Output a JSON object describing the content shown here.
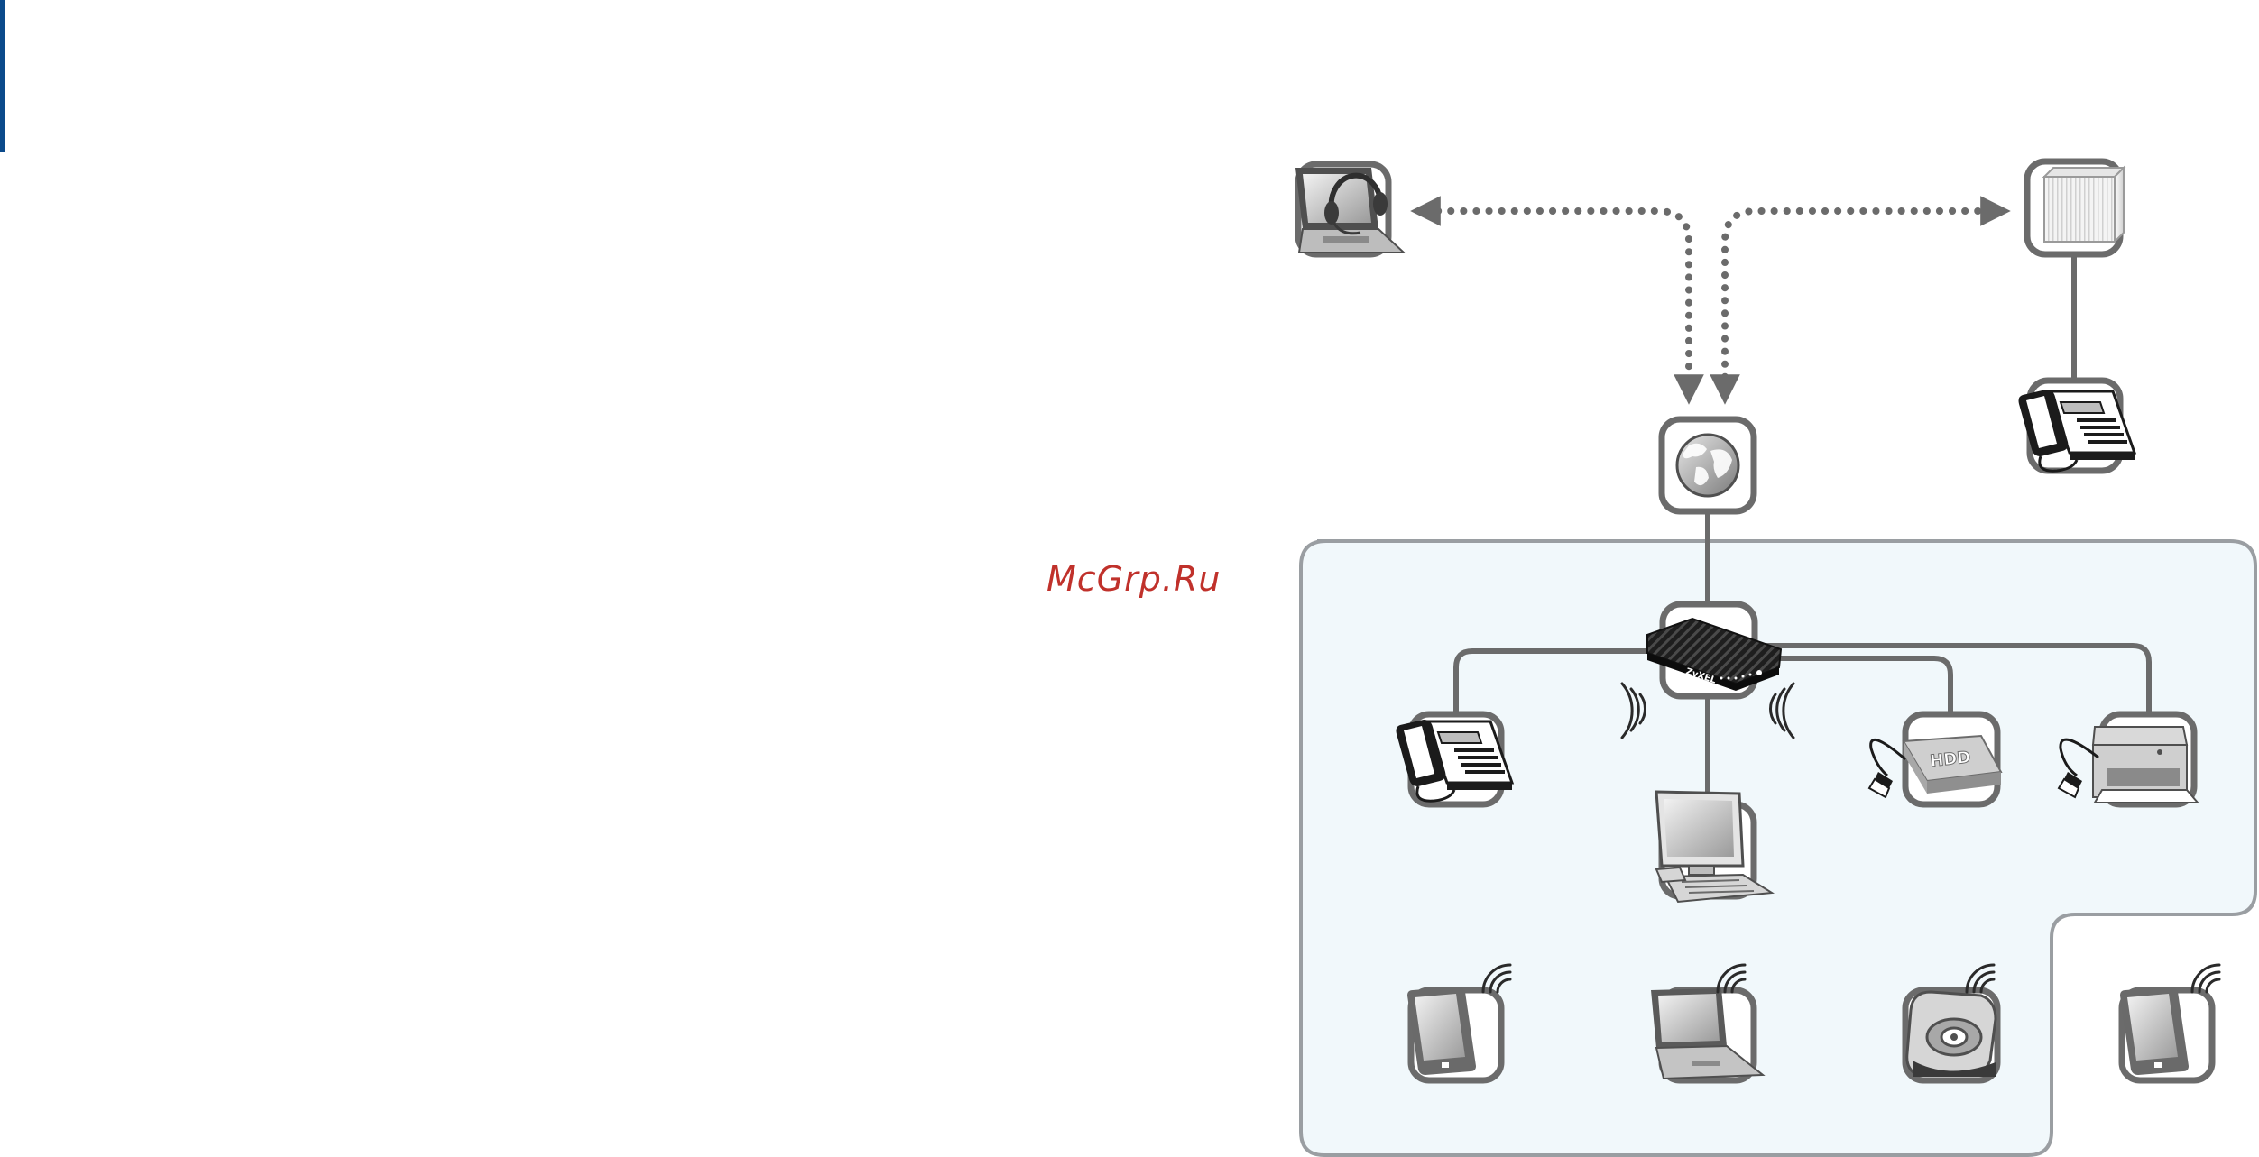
{
  "page": {
    "watermark": "McGrp.Ru"
  },
  "colors": {
    "accent_bar": "#0b4a8b",
    "lan_fill": "#f1f8fb",
    "lan_border": "#9a9ea2",
    "link": "#6b6b6b",
    "frame": "#6b6b6b",
    "watermark": "#c0312b"
  },
  "router": {
    "brand": "ZyXEL"
  },
  "nodes": {
    "remote_laptop": {
      "icon": "laptop-headset-icon"
    },
    "voip_server": {
      "icon": "server-icon"
    },
    "remote_phone": {
      "icon": "desk-phone-icon"
    },
    "internet": {
      "icon": "globe-icon"
    },
    "router": {
      "icon": "router-icon"
    },
    "lan_phone": {
      "icon": "desk-phone-icon"
    },
    "desktop_pc": {
      "icon": "desktop-computer-icon"
    },
    "usb_hdd": {
      "icon": "hdd-icon",
      "label": "HDD"
    },
    "usb_printer": {
      "icon": "printer-icon"
    },
    "wifi_tablet": {
      "icon": "tablet-icon"
    },
    "wifi_laptop": {
      "icon": "laptop-icon"
    },
    "wifi_camera": {
      "icon": "webcam-icon"
    },
    "outside_tablet": {
      "icon": "tablet-icon"
    }
  }
}
